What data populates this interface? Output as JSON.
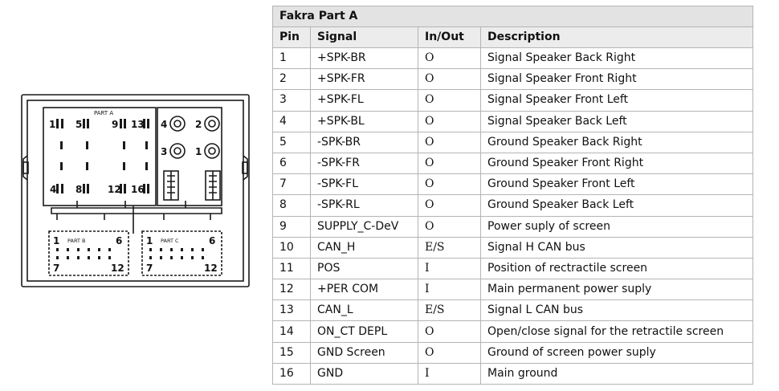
{
  "connector": {
    "part_a_label": "PART A",
    "part_b_label": "PART B",
    "part_c_label": "PART C",
    "part_a_pins": [
      "1",
      "5",
      "9",
      "13",
      "4",
      "8",
      "12",
      "16"
    ],
    "coax_pins": [
      "4",
      "2",
      "3",
      "1"
    ],
    "part_b_pins": [
      "1",
      "6",
      "7",
      "12"
    ],
    "part_c_pins": [
      "1",
      "6",
      "7",
      "12"
    ]
  },
  "table": {
    "title": "Fakra Part A",
    "headers": [
      "Pin",
      "Signal",
      "In/Out",
      "Description"
    ],
    "rows": [
      [
        "1",
        "+SPK-BR",
        "O",
        "Signal Speaker Back Right"
      ],
      [
        "2",
        "+SPK-FR",
        "O",
        "Signal Speaker Front Right"
      ],
      [
        "3",
        "+SPK-FL",
        "O",
        "Signal Speaker Front Left"
      ],
      [
        "4",
        "+SPK-BL",
        "O",
        "Signal Speaker Back Left"
      ],
      [
        "5",
        "-SPK-BR",
        "O",
        "Ground Speaker Back Right"
      ],
      [
        "6",
        "-SPK-FR",
        "O",
        "Ground Speaker Front Right"
      ],
      [
        "7",
        "-SPK-FL",
        "O",
        "Ground Speaker Front Left"
      ],
      [
        "8",
        "-SPK-RL",
        "O",
        "Ground Speaker Back Left"
      ],
      [
        "9",
        "SUPPLY_C-DeV",
        "O",
        "Power suply of screen"
      ],
      [
        "10",
        "CAN_H",
        "E/S",
        "Signal H CAN bus"
      ],
      [
        "11",
        "POS",
        "I",
        "Position of rectractile screen"
      ],
      [
        "12",
        "+PER COM",
        "I",
        "Main permanent power suply"
      ],
      [
        "13",
        "CAN_L",
        "E/S",
        "Signal L CAN bus"
      ],
      [
        "14",
        "ON_CT DEPL",
        "O",
        "Open/close signal for the retractile screen"
      ],
      [
        "15",
        "GND Screen",
        "O",
        "Ground of screen power suply"
      ],
      [
        "16",
        "GND",
        "I",
        "Main ground"
      ]
    ]
  }
}
